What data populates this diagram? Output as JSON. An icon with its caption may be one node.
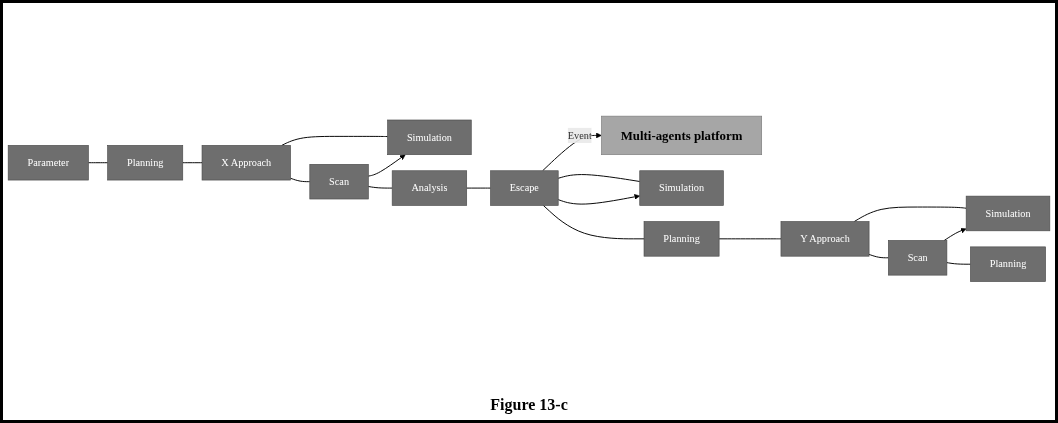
{
  "diagram": {
    "caption": "Figure 13-c",
    "nodes": [
      {
        "text": [
          "Multi-agents platform"
        ]
      },
      {
        "text": [
          "Parameter"
        ]
      },
      {
        "text": [
          "Planning"
        ]
      },
      {
        "text": [
          "X Approach"
        ]
      },
      {
        "text": [
          "Scan"
        ]
      },
      {
        "text": [
          "Simulation"
        ]
      },
      {
        "text": [
          "Analysis"
        ]
      },
      {
        "text": [
          "Escape"
        ]
      },
      {
        "text": [
          "Simulation"
        ]
      },
      {
        "text": [
          "Planning"
        ]
      },
      {
        "text": [
          "Y Approach"
        ]
      },
      {
        "text": [
          "Scan"
        ]
      },
      {
        "text": [
          "Simulation"
        ]
      },
      {
        "text": [
          "Planning"
        ]
      }
    ],
    "edges": [
      {
        "from": 1,
        "to": 2,
        "arrow": "none"
      },
      {
        "from": 2,
        "to": 3,
        "arrow": "none"
      },
      {
        "from": 3,
        "to": 4,
        "arrow": "none"
      },
      {
        "from": 4,
        "to": 5,
        "arrow": "to"
      },
      {
        "from": 5,
        "to": 3,
        "arrow": "none"
      },
      {
        "from": 4,
        "to": 6,
        "arrow": "none"
      },
      {
        "from": 6,
        "to": 7,
        "arrow": "none"
      },
      {
        "from": 7,
        "to": 0,
        "arrow": "to",
        "label": "Event"
      },
      {
        "from": 7,
        "to": 8,
        "arrow": "to"
      },
      {
        "from": 8,
        "to": 7,
        "arrow": "none"
      },
      {
        "from": 7,
        "to": 9,
        "arrow": "none"
      },
      {
        "from": 9,
        "to": 10,
        "arrow": "none"
      },
      {
        "from": 10,
        "to": 11,
        "arrow": "none"
      },
      {
        "from": 11,
        "to": 12,
        "arrow": "to"
      },
      {
        "from": 12,
        "to": 10,
        "arrow": "none"
      },
      {
        "from": 11,
        "to": 13,
        "arrow": "none"
      }
    ]
  }
}
